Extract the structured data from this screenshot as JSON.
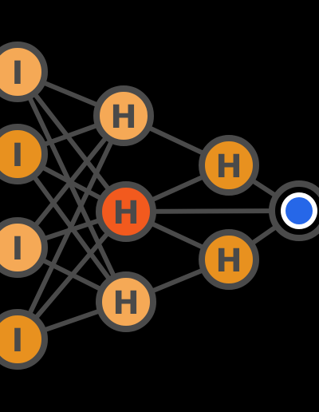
{
  "diagram": {
    "background": "#000000",
    "edge_color": "#4a4a4a",
    "ring_color": "#4a4a4a",
    "colors": {
      "orange_dark": "#e8911f",
      "orange_light": "#f5a956",
      "highlight_red": "#f25a1e",
      "output_blue": "#2667e8",
      "output_ring_fill": "#ffffff"
    },
    "nodes": {
      "input_1": {
        "label": "I",
        "fill": "#f5a956",
        "layer": "input"
      },
      "input_2": {
        "label": "I",
        "fill": "#e8911f",
        "layer": "input"
      },
      "input_3": {
        "label": "I",
        "fill": "#f5a956",
        "layer": "input"
      },
      "input_4": {
        "label": "I",
        "fill": "#e8911f",
        "layer": "input"
      },
      "hidden1_1": {
        "label": "H",
        "fill": "#f5a956",
        "layer": "hidden-1"
      },
      "hidden1_2": {
        "label": "H",
        "fill": "#f25a1e",
        "layer": "hidden-1"
      },
      "hidden1_3": {
        "label": "H",
        "fill": "#f5a956",
        "layer": "hidden-1"
      },
      "hidden2_1": {
        "label": "H",
        "fill": "#e8911f",
        "layer": "hidden-2"
      },
      "hidden2_2": {
        "label": "H",
        "fill": "#e8911f",
        "layer": "hidden-2"
      },
      "output_1": {
        "label": "",
        "fill": "#2667e8",
        "layer": "output"
      }
    },
    "edges": [
      [
        "input_1",
        "hidden1_1"
      ],
      [
        "input_1",
        "hidden1_2"
      ],
      [
        "input_1",
        "hidden1_3"
      ],
      [
        "input_2",
        "hidden1_1"
      ],
      [
        "input_2",
        "hidden1_2"
      ],
      [
        "input_2",
        "hidden1_3"
      ],
      [
        "input_3",
        "hidden1_1"
      ],
      [
        "input_3",
        "hidden1_2"
      ],
      [
        "input_3",
        "hidden1_3"
      ],
      [
        "input_4",
        "hidden1_1"
      ],
      [
        "input_4",
        "hidden1_2"
      ],
      [
        "input_4",
        "hidden1_3"
      ],
      [
        "hidden1_1",
        "hidden2_1"
      ],
      [
        "hidden1_2",
        "hidden2_1"
      ],
      [
        "hidden1_2",
        "hidden2_2"
      ],
      [
        "hidden1_3",
        "hidden2_2"
      ],
      [
        "hidden1_2",
        "output_1"
      ],
      [
        "hidden2_1",
        "output_1"
      ],
      [
        "hidden2_2",
        "output_1"
      ]
    ]
  }
}
